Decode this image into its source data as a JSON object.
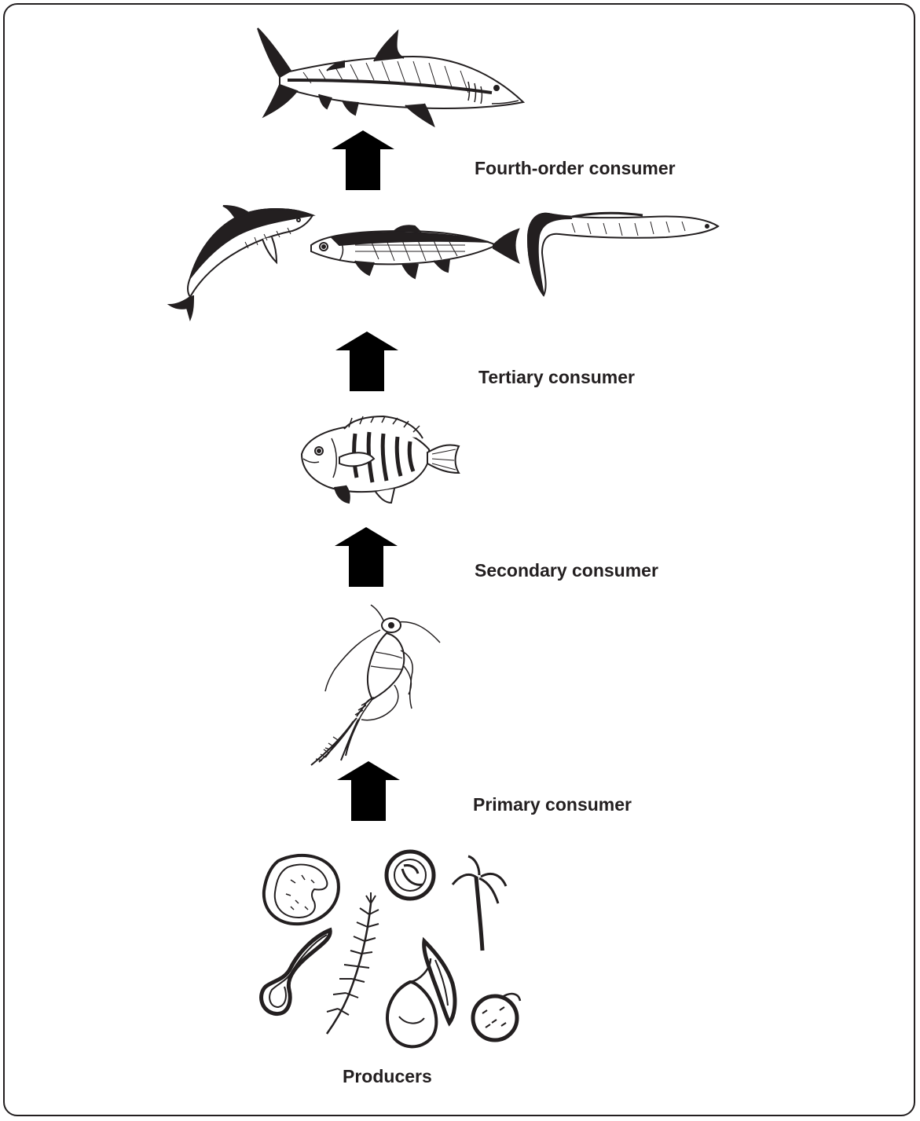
{
  "diagram": {
    "levels": [
      {
        "label": "Fourth-order consumer"
      },
      {
        "label": "Tertiary consumer"
      },
      {
        "label": "Secondary consumer"
      },
      {
        "label": "Primary consumer"
      }
    ],
    "base_label": "Producers"
  },
  "colors": {
    "ink": "#231f20",
    "background": "#ffffff"
  }
}
